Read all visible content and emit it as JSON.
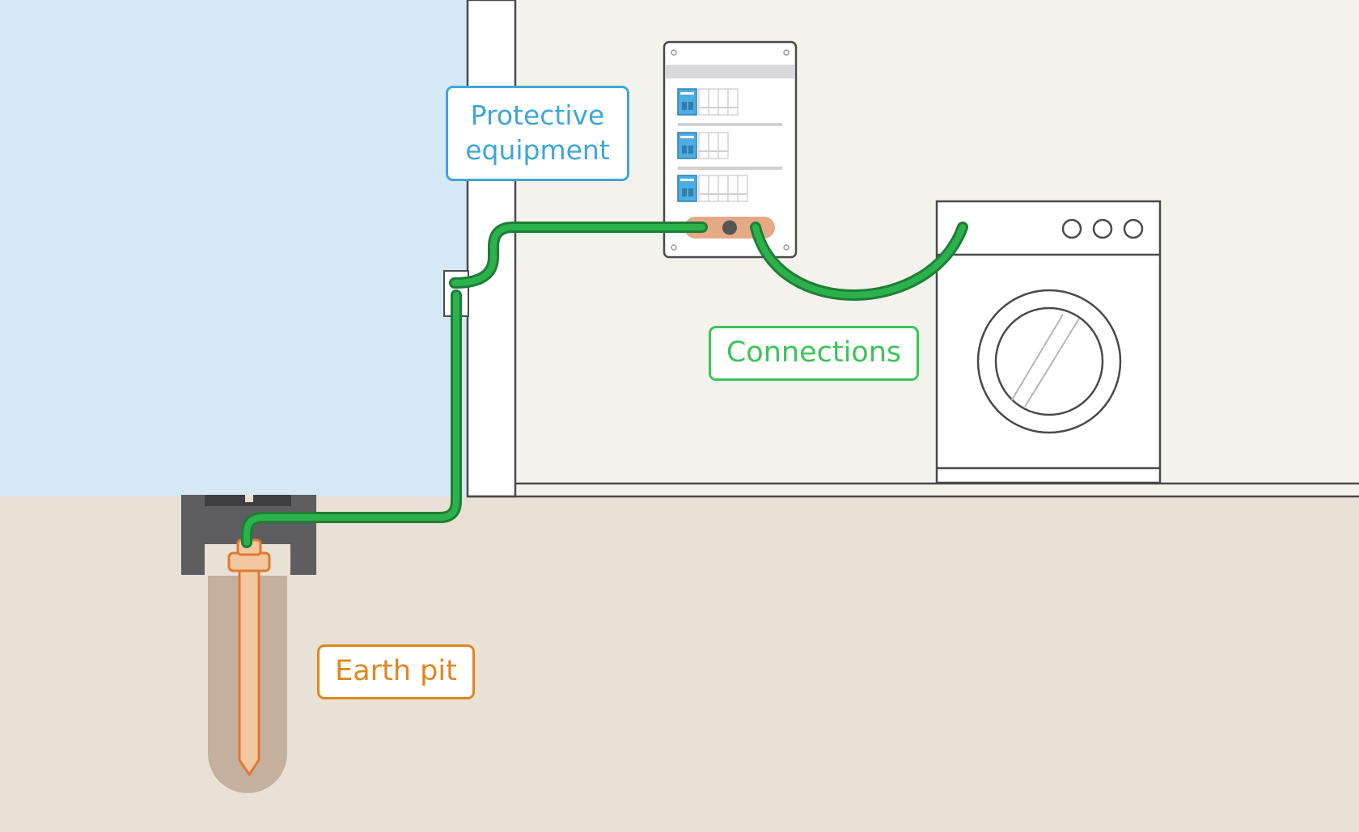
{
  "labels": {
    "protective": "Protective equipment",
    "connections": "Connections",
    "earth_pit": "Earth pit"
  },
  "colors": {
    "sky": "#d4e8f5",
    "ground": "#e9e1d6",
    "room_wall": "#f4f2ec",
    "wire": "#2bb24c",
    "wire_outline": "#1e7d36",
    "protective_accent": "#3fa6d8",
    "connections_accent": "#3cc45a",
    "earth_accent": "#e0861f",
    "copper": "#f2c8a0",
    "pit": "#c4b09c",
    "pit_housing": "#5e5e60"
  },
  "icons": {
    "panel": "distribution-board",
    "appliance": "washing-machine",
    "electrode": "earth-electrode-rod"
  }
}
